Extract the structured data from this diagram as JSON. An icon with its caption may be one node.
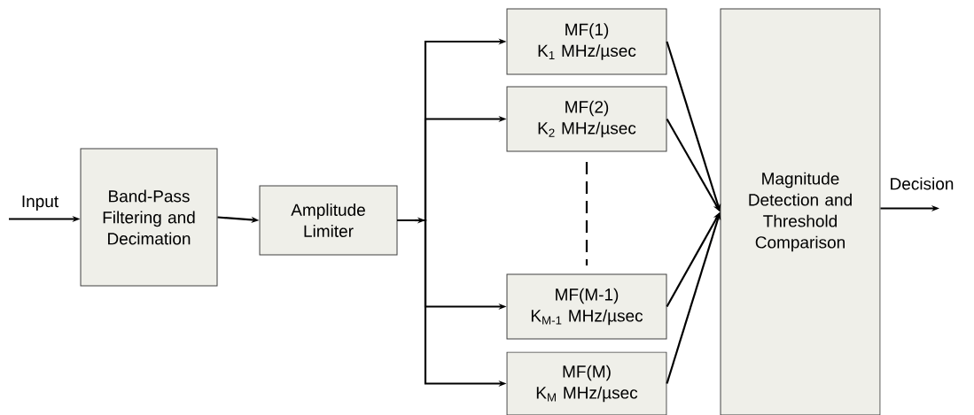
{
  "diagram": {
    "nodes": [
      {
        "text": [
          "Band-Pass Filtering and Decimation"
        ]
      },
      {
        "text": [
          "Amplitude Limiter"
        ]
      },
      {
        "text": [
          "MF(1)",
          "K$_{1}$ MHz/µsec"
        ]
      },
      {
        "text": [
          "MF(2)",
          "K$_{2}$ MHz/µsec"
        ]
      },
      {
        "text": [
          "MF(M-1)",
          "K$_{M-1}$ MHz/µsec"
        ]
      },
      {
        "text": [
          "MF(M)",
          "K$_{M}$ MHz/µsec"
        ]
      },
      {
        "text": [
          "Magnitude Detection and Threshold Comparison"
        ]
      }
    ],
    "edges": [
      {
        "from": null,
        "to": 0,
        "arrow": "to",
        "label": "Input"
      },
      {
        "from": 0,
        "to": 1,
        "arrow": "to"
      },
      {
        "from": 1,
        "to": 2,
        "arrow": "to"
      },
      {
        "from": 1,
        "to": 3,
        "arrow": "to"
      },
      {
        "from": 1,
        "to": 4,
        "arrow": "to"
      },
      {
        "from": 1,
        "to": 5,
        "arrow": "to"
      },
      {
        "from": 2,
        "to": 6,
        "arrow": "to"
      },
      {
        "from": 3,
        "to": 6,
        "arrow": "to"
      },
      {
        "from": 4,
        "to": 6,
        "arrow": "to"
      },
      {
        "from": 5,
        "to": 6,
        "arrow": "to"
      },
      {
        "from": 6,
        "to": null,
        "arrow": "to",
        "label": "Decision"
      }
    ]
  }
}
